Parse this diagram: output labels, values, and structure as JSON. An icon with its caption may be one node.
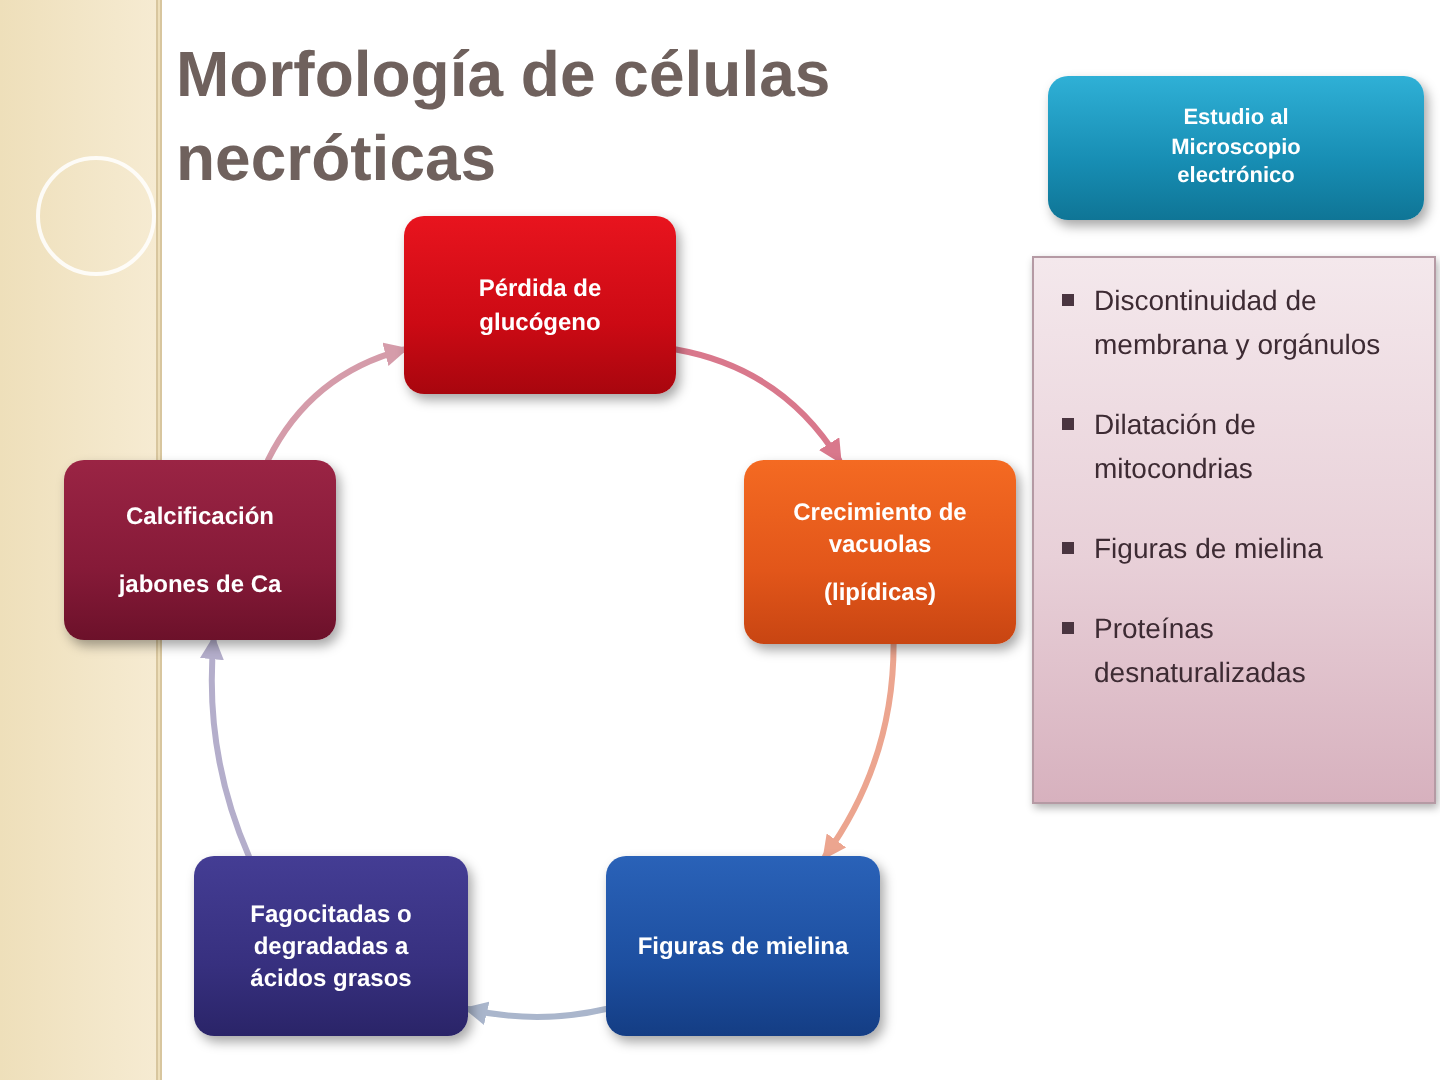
{
  "diagram": {
    "title": "Morfología de células necróticas",
    "nodes": [
      {
        "text": [
          "Estudio al Microscopio electrónico"
        ]
      },
      {
        "text": [
          "Pérdida de glucógeno"
        ]
      },
      {
        "text": [
          "Discontinuidad de membrana y orgánulos",
          "Dilatación de mitocondrias",
          "Figuras de mielina",
          "Proteínas desnaturalizadas"
        ]
      },
      {
        "text": [
          "Calcificación",
          "jabones de Ca"
        ]
      },
      {
        "text": [
          "Crecimiento de vacuolas",
          "(lipídicas)"
        ]
      },
      {
        "text": [
          "Fagocitadas o degradadas a ácidos grasos"
        ]
      },
      {
        "text": [
          "Figuras de mielina"
        ]
      }
    ],
    "edges": [
      {
        "from": 1,
        "to": 4,
        "arrow": "to",
        "color": "#d9788c"
      },
      {
        "from": 4,
        "to": 6,
        "arrow": "to",
        "color": "#eca58f"
      },
      {
        "from": 6,
        "to": 5,
        "arrow": "to",
        "color": "#aab6cc"
      },
      {
        "from": 5,
        "to": 3,
        "arrow": "to",
        "color": "#b4aecb"
      },
      {
        "from": 3,
        "to": 1,
        "arrow": "to",
        "color": "#d59caa"
      }
    ]
  }
}
